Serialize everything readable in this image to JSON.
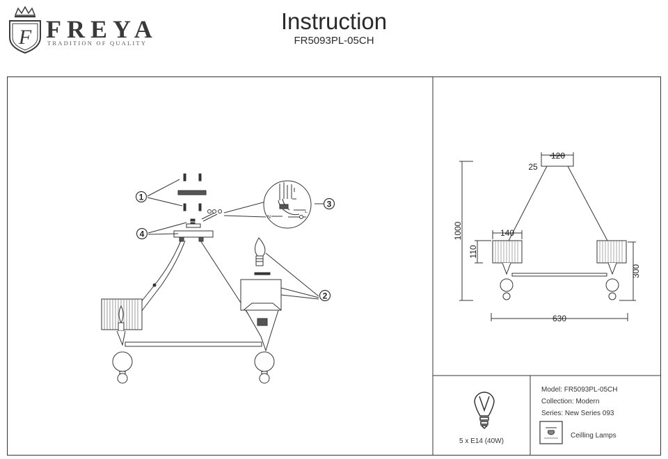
{
  "brand": {
    "name": "FREYA",
    "tagline": "TRADITION OF QUALITY",
    "monogram": "F"
  },
  "header": {
    "title": "Instruction",
    "model_code": "FR5093PL-05CH"
  },
  "assembly": {
    "callouts": [
      "1",
      "2",
      "3",
      "4"
    ],
    "wiring_labels": {
      "live": "L",
      "neutral": "N"
    }
  },
  "dimensions": {
    "canopy_width": "120",
    "canopy_height": "25",
    "total_height": "1000",
    "shade_width": "140",
    "shade_height": "110",
    "arm_assembly_height": "300",
    "total_width": "630"
  },
  "bulb": {
    "icon": "bulb-outline-icon",
    "spec": "5 x E14 (40W)"
  },
  "specs": {
    "model": "Model: FR5093PL-05CH",
    "collection": "Collection: Modern",
    "series": "Series: New Series 093",
    "category_icon": "ceiling-lamp-icon",
    "category": "Ceilling Lamps"
  }
}
